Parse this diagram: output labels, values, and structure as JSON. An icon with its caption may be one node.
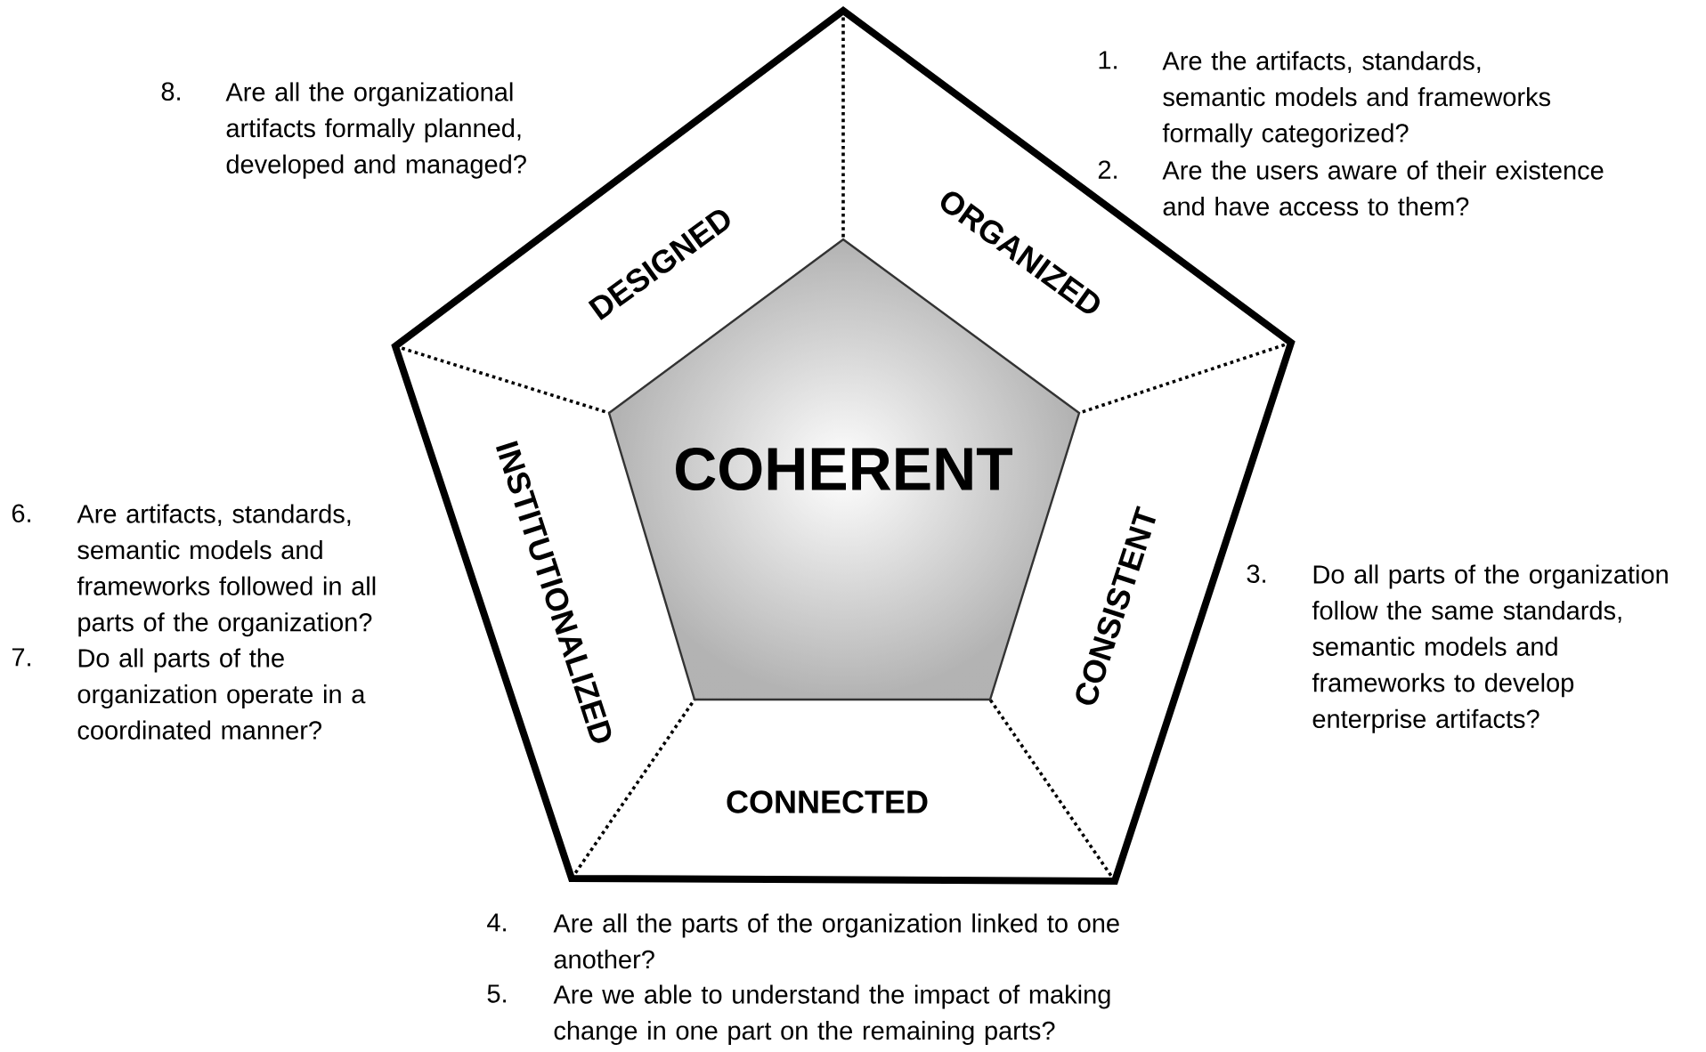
{
  "diagram": {
    "nodes": [
      {
        "text": [
          "DESIGNED"
        ]
      },
      {
        "text": [
          "ORGANIZED"
        ]
      },
      {
        "text": [
          "COHERENT"
        ]
      },
      {
        "text": [
          "INSTITUTIONALIZED"
        ]
      },
      {
        "text": [
          "CONSISTENT"
        ]
      },
      {
        "text": [
          "CONNECTED"
        ]
      }
    ],
    "labels": [
      "8.",
      "Are all the organizational artifacts formally planned, developed and managed?",
      "1.",
      "Are the artifacts, standards, semantic models and frameworks formally categorized?",
      "2.",
      "Are the users aware of their existence and have access to them?",
      "6.",
      "Are artifacts, standards, semantic models and frameworks followed in all parts of the organization?",
      "7.",
      "Do all parts of the organization operate in a coordinated manner?",
      "3.",
      "Do all parts of the organization follow the same standards, semantic models and frameworks to develop enterprise artifacts?",
      "4.",
      "Are all the parts of the organization linked to one another?",
      "5.",
      "Are we able to understand the impact of making change in one part on the remaining parts?"
    ]
  }
}
